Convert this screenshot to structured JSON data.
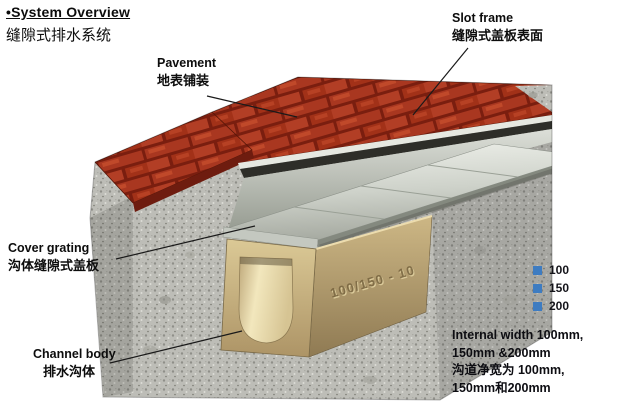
{
  "title": {
    "en": "•System Overview",
    "zh": "缝隙式排水系统"
  },
  "callouts": {
    "pavement": {
      "en": "Pavement",
      "zh": "地表铺装"
    },
    "slot_frame": {
      "en": "Slot frame",
      "zh": "缝隙式盖板表面"
    },
    "cover_grating": {
      "en": "Cover grating",
      "zh": "沟体缝隙式盖板"
    },
    "channel_body": {
      "en": "Channel body",
      "zh": "排水沟体"
    }
  },
  "legend": {
    "swatch_color": "#3e7cc1",
    "items": [
      "100",
      "150",
      "200"
    ]
  },
  "note": {
    "lines": [
      "Internal width 100mm,",
      "150mm &200mm",
      "沟道净宽为 100mm,",
      "150mm和200mm"
    ]
  },
  "illustration": {
    "embossed_text": "100/150 - 10",
    "colors": {
      "brick": "#a93720",
      "concrete": "#bdbdb7",
      "metal_cover": "#ced2ca",
      "channel_body": "#c9b383"
    }
  }
}
